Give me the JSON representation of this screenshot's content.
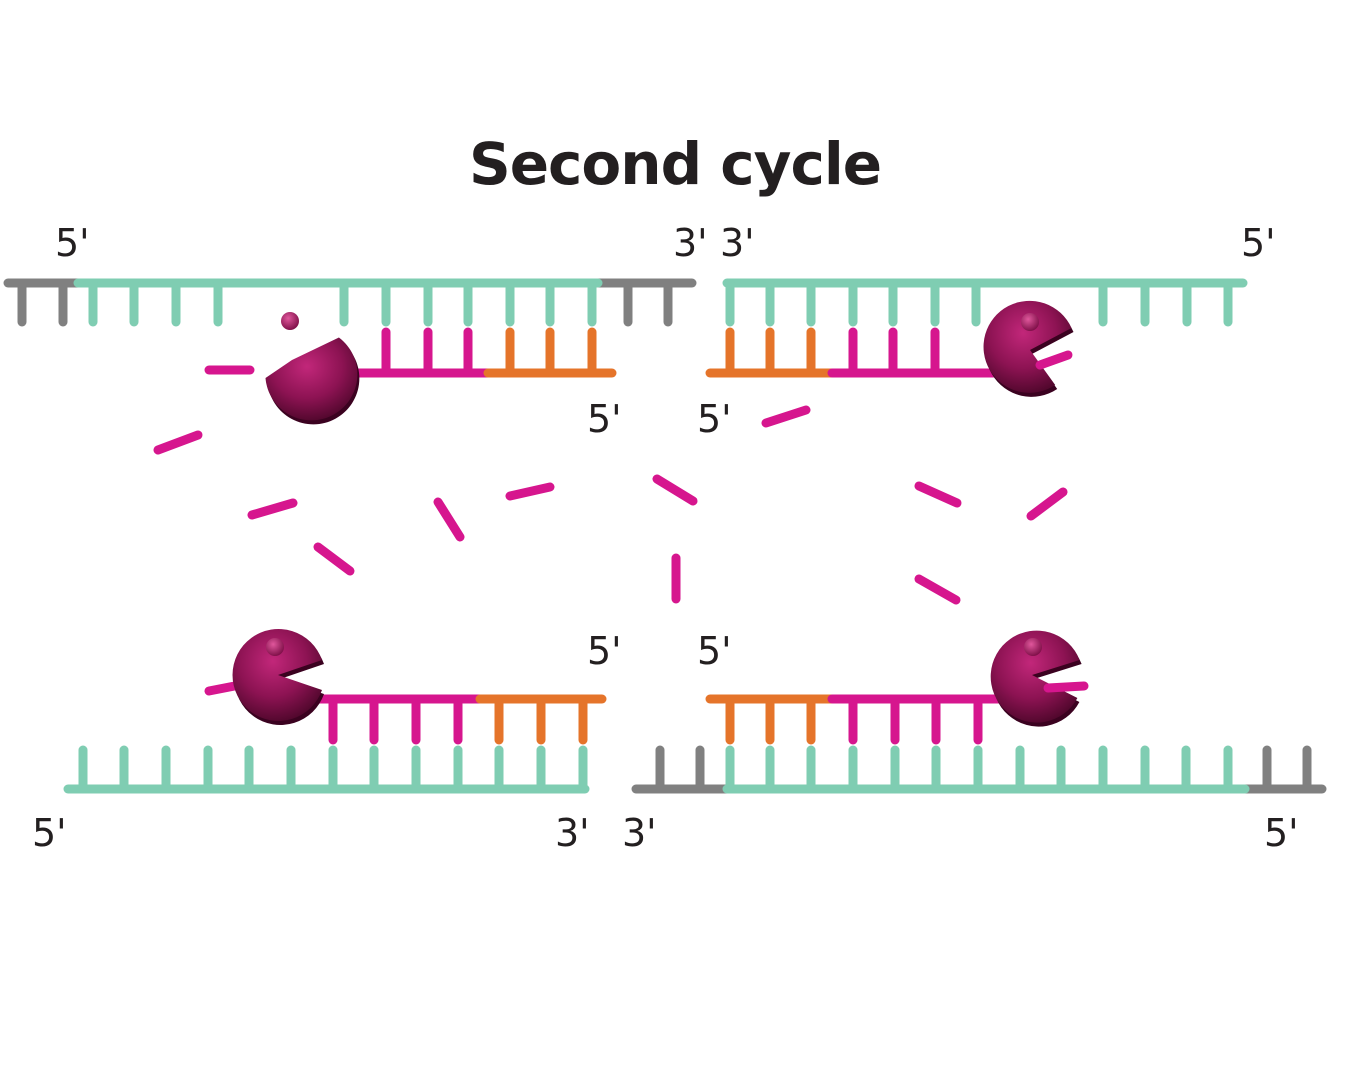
{
  "title": "Second cycle",
  "labels": {
    "top_left_5": "5'",
    "top_left_3": "3'",
    "top_right_3": "3'",
    "top_right_5": "5'",
    "top_left_probe_5": "5'",
    "top_right_probe_5": "5'",
    "bottom_left_probe_5": "5'",
    "bottom_right_probe_5": "5'",
    "bottom_left_5": "5'",
    "bottom_left_3": "3'",
    "bottom_right_3": "3'",
    "bottom_right_5": "5'"
  },
  "colors": {
    "template": "#7fcdb2",
    "template_end": "#808080",
    "probe": "#d6168e",
    "primer": "#e5742a",
    "enzyme": "#8a0f4e",
    "fragment": "#d6168e",
    "text": "#231f20"
  }
}
